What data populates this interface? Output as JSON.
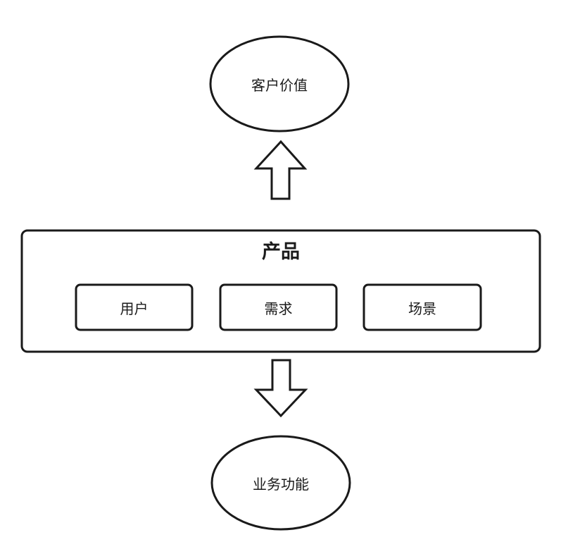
{
  "diagram": {
    "top_node": {
      "label": "客户价值"
    },
    "product": {
      "title": "产品",
      "items": [
        {
          "label": "用户"
        },
        {
          "label": "需求"
        },
        {
          "label": "场景"
        }
      ]
    },
    "bottom_node": {
      "label": "业务功能"
    },
    "stroke_color": "#1a1a1a",
    "fill_color": "#ffffff"
  }
}
